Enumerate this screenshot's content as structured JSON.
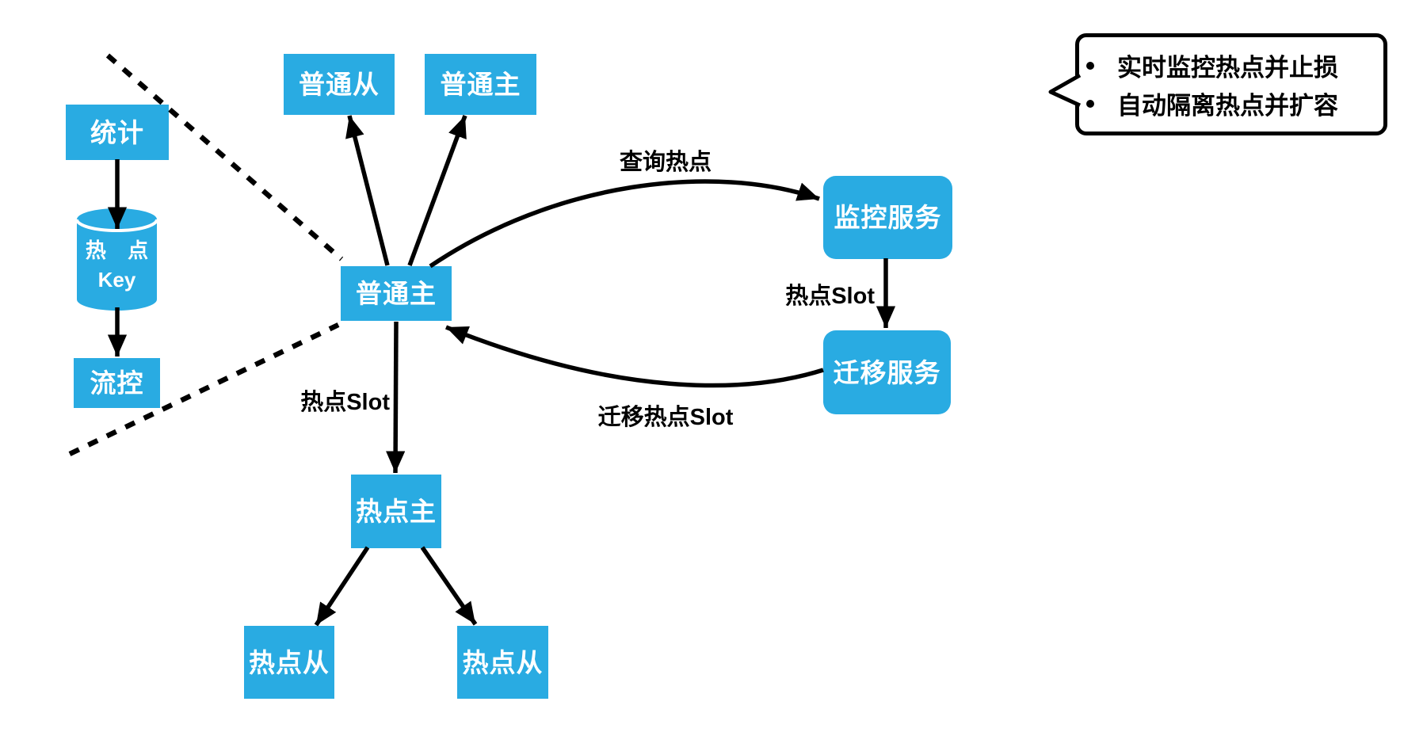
{
  "colors": {
    "node_fill": "#29ABE2",
    "node_text": "#FFFFFF",
    "line": "#000000",
    "background": "#FFFFFF"
  },
  "nodes": {
    "stats": "统计",
    "hot_key_line1": "热 点",
    "hot_key_line2": "Key",
    "flow_control": "流控",
    "normal_replica": "普通从",
    "normal_master_top": "普通主",
    "normal_master": "普通主",
    "monitor_service": "监控服务",
    "migration_service": "迁移服务",
    "hot_master": "热点主",
    "hot_replica_left": "热点从",
    "hot_replica_right": "热点从"
  },
  "edge_labels": {
    "query_hotspot": "查询热点",
    "hot_slot_to_migration": "热点Slot",
    "migrate_hot_slot": "迁移热点Slot",
    "hot_slot_to_hot_master": "热点Slot"
  },
  "callout": {
    "bullets": [
      "实时监控热点并止损",
      "自动隔离热点并扩容"
    ]
  }
}
